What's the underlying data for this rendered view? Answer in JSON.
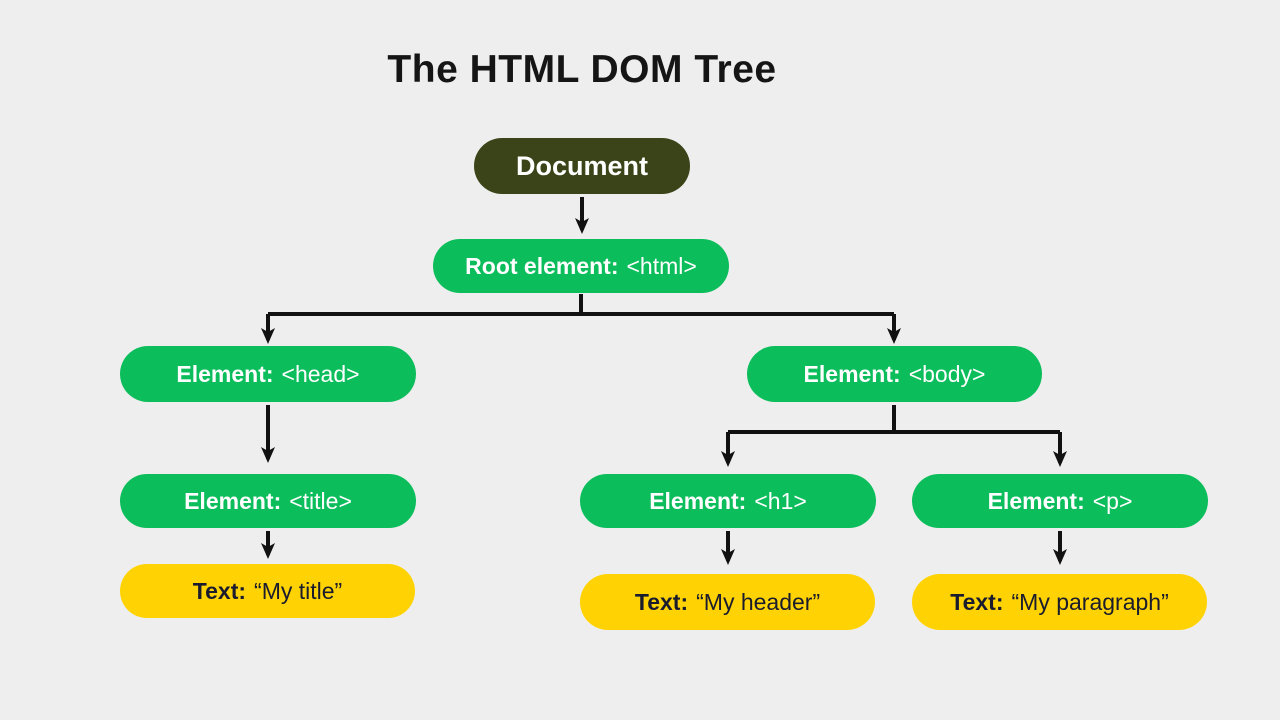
{
  "title": "The HTML DOM Tree",
  "colors": {
    "background": "#eeeeee",
    "title_text": "#151515",
    "document_fill": "#3a4418",
    "element_fill": "#0cbd5c",
    "text_node_fill": "#ffd303",
    "light_text": "#ffffff",
    "dark_text": "#1a1c2e",
    "connector": "#111111"
  },
  "nodes": {
    "document": {
      "label": "Document",
      "value": ""
    },
    "root": {
      "label": "Root element:",
      "value": "<html>"
    },
    "head": {
      "label": "Element:",
      "value": "<head>"
    },
    "body_el": {
      "label": "Element:",
      "value": "<body>"
    },
    "title_el": {
      "label": "Element:",
      "value": "<title>"
    },
    "h1": {
      "label": "Element:",
      "value": "<h1>"
    },
    "p": {
      "label": "Element:",
      "value": "<p>"
    },
    "text_title": {
      "label": "Text:",
      "value": "“My title”"
    },
    "text_header": {
      "label": "Text:",
      "value": "“My header”"
    },
    "text_paragraph": {
      "label": "Text:",
      "value": "“My paragraph”"
    }
  }
}
